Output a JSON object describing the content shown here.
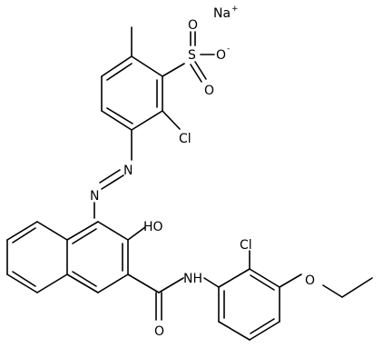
{
  "molecule": {
    "atoms": {
      "na": "Na",
      "na_charge": "+",
      "sulfur": "S",
      "oxygen_top": "O",
      "oxygen_right": "O",
      "oxygen_right_charge": "-",
      "oxygen_bottom": "O",
      "chlorine_upper": "Cl",
      "azo_n1": "N",
      "azo_n2": "N",
      "hydroxyl": "HO",
      "amide_nh": "NH",
      "carbonyl_o": "O",
      "chlorine_lower": "Cl",
      "ether_o": "O"
    }
  }
}
